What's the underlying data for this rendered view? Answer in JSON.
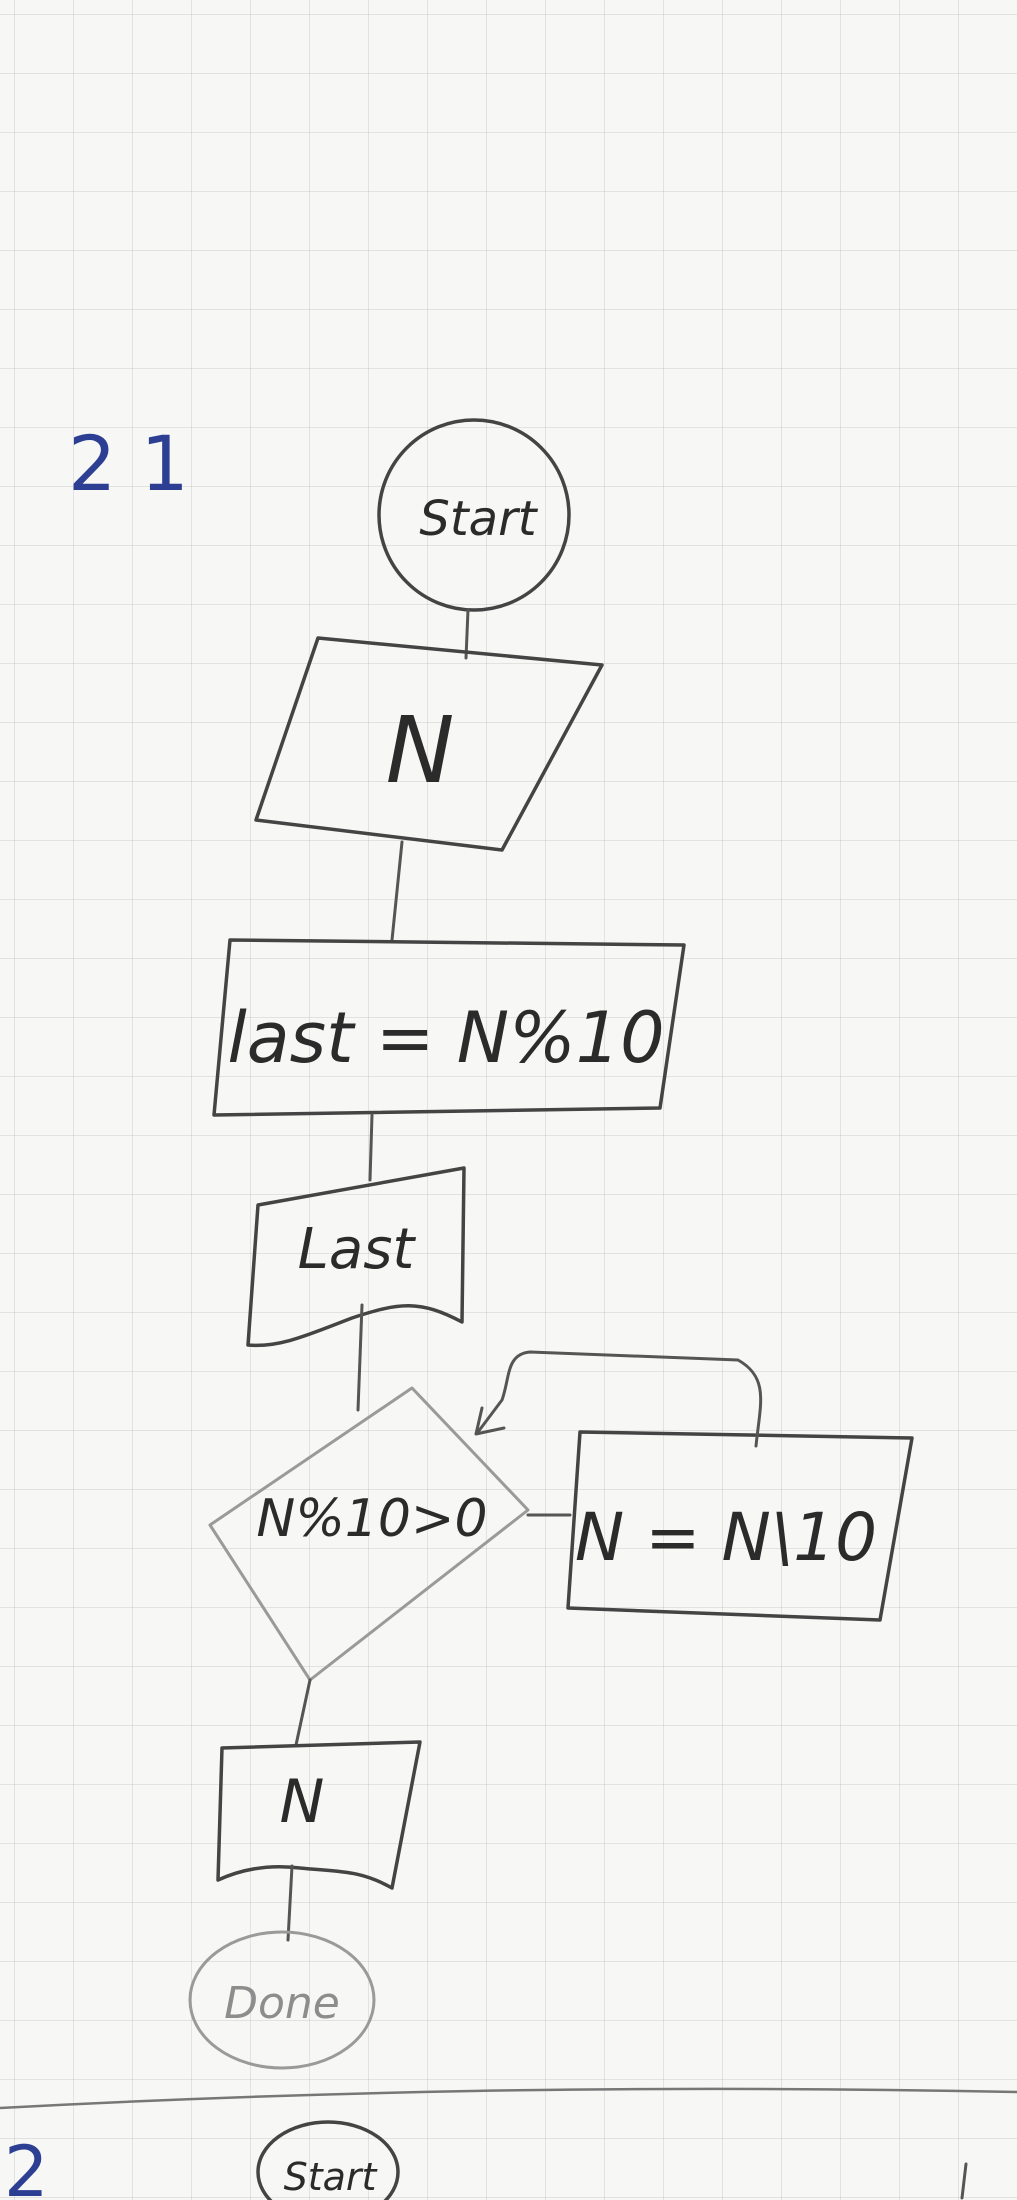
{
  "page": {
    "exercise_number": "2 1",
    "next_exercise_number": "2"
  },
  "flowchart": {
    "start": "Start",
    "input": "N",
    "process_last": "last = N%10",
    "output_last": "Last",
    "condition": "N%10>0",
    "process_divide": "N = N\\10",
    "output_n": "N",
    "end": "Done"
  },
  "next_flowchart": {
    "start": "Start"
  },
  "colors": {
    "ink": "#2b2b2b",
    "pencil": "#444444",
    "blue_pen": "#2c3f92",
    "paper": "#f7f7f5"
  }
}
